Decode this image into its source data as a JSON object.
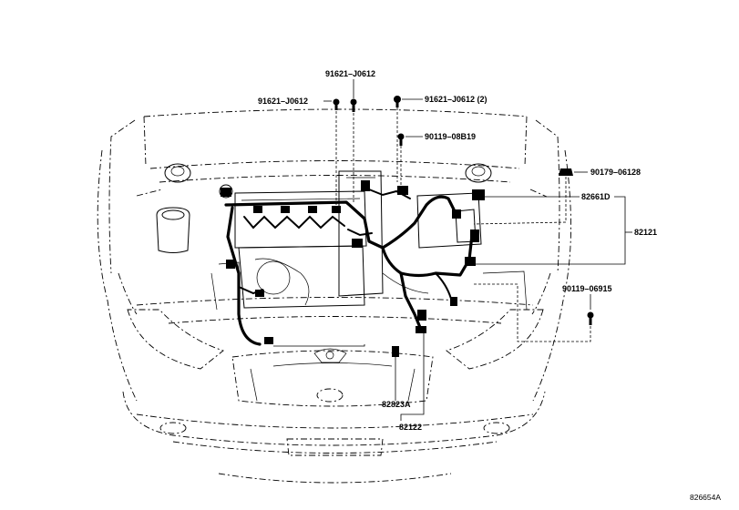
{
  "figure_id": "826654A",
  "parts": {
    "p_91621_J0612_top": "91621–J0612",
    "p_91621_J0612_left": "91621–J0612",
    "p_91621_J0612_2": "91621–J0612 (2)",
    "p_90119_08B19": "90119–08B19",
    "p_90179_06128": "90179–06128",
    "p_82661D": "82661D",
    "p_82121": "82121",
    "p_90119_06915": "90119–06915",
    "p_82823A": "82823A",
    "p_82122": "82122"
  }
}
